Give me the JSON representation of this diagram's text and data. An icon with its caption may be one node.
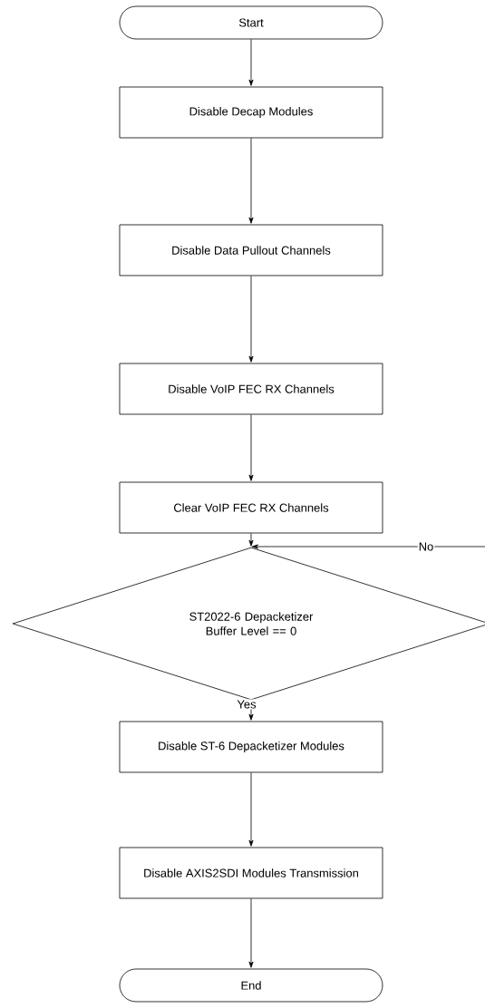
{
  "diagram": {
    "nodes": [
      {
        "text": [
          "Start"
        ]
      },
      {
        "text": [
          "Disable Decap Modules"
        ]
      },
      {
        "text": [
          "Disable Data Pullout Channels"
        ]
      },
      {
        "text": [
          "Disable VoIP FEC RX Channels"
        ]
      },
      {
        "text": [
          "Clear VoIP FEC RX Channels"
        ]
      },
      {
        "text": [
          "ST2022-6 Depacketizer Buffer Level == 0"
        ]
      },
      {
        "text": [
          "Disable ST-6 Depacketizer Modules"
        ]
      },
      {
        "text": [
          "Disable AXIS2SDI Modules Transmission"
        ]
      },
      {
        "text": [
          "End"
        ]
      }
    ],
    "edges": [
      {
        "from": 0,
        "to": 1,
        "arrow": "to"
      },
      {
        "from": 1,
        "to": 2,
        "arrow": "to"
      },
      {
        "from": 2,
        "to": 3,
        "arrow": "to"
      },
      {
        "from": 3,
        "to": 4,
        "arrow": "to"
      },
      {
        "from": 4,
        "to": 5,
        "arrow": "to"
      },
      {
        "from": 5,
        "to": 6,
        "arrow": "to",
        "label": "Yes"
      },
      {
        "from": 6,
        "to": 7,
        "arrow": "to"
      },
      {
        "from": 7,
        "to": 8,
        "arrow": "to"
      },
      {
        "from": 5,
        "to": 5,
        "arrow": "to",
        "label": "No"
      }
    ]
  }
}
